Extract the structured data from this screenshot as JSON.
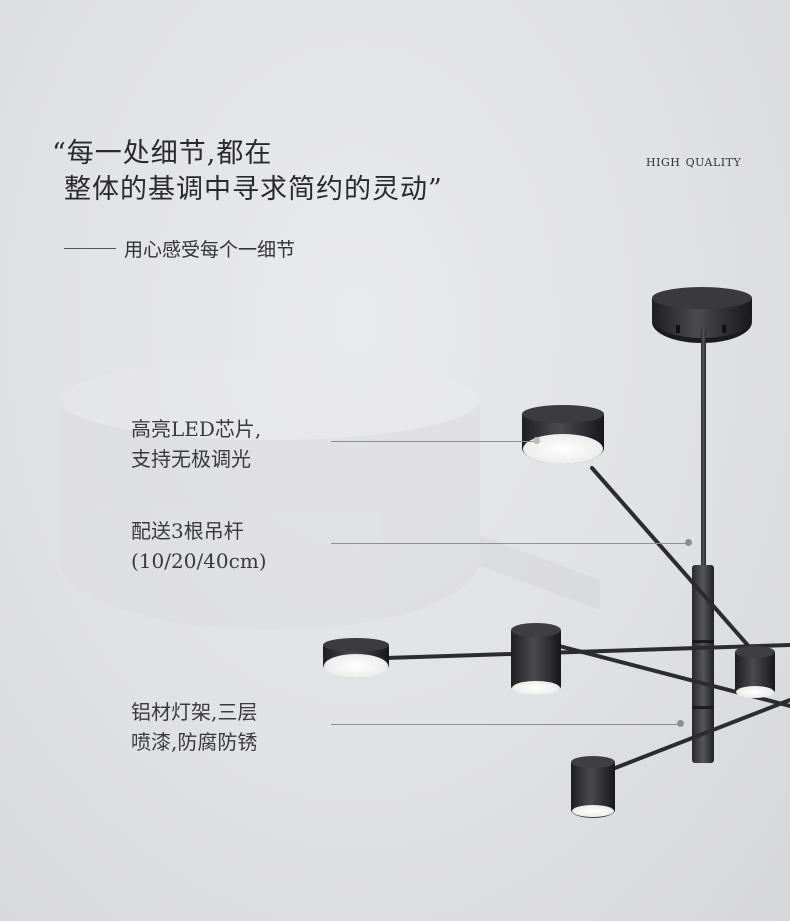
{
  "headline": {
    "line1": "“每一处细节,都在",
    "line2": "整体的基调中寻求简约的灵动”"
  },
  "subline": "用心感受每个一细节",
  "brand": "high quality",
  "features": [
    {
      "line1": "高亮LED芯片,",
      "line2": "支持无极调光"
    },
    {
      "line1": "配送3根吊杆",
      "line2": "(10/20/40cm)"
    },
    {
      "line1": "铝材灯架,三层",
      "line2": "喷漆,防腐防锈"
    }
  ]
}
